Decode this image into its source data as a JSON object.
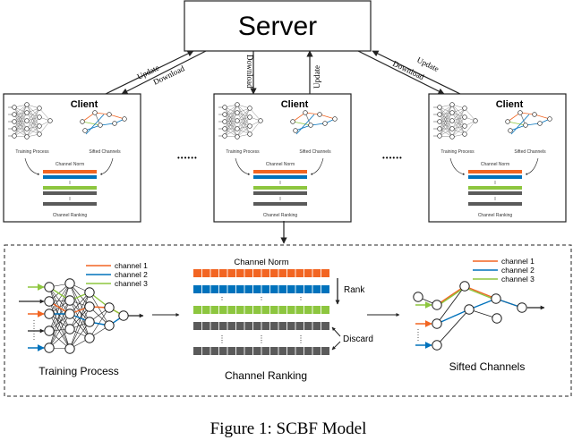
{
  "server": {
    "label": "Server"
  },
  "clients": [
    {
      "title": "Client",
      "left_caption": "Training Process",
      "right_caption": "Sifted Channels",
      "norm_label": "Channel Norm",
      "ranking_label": "Channel Ranking"
    },
    {
      "title": "Client",
      "left_caption": "Training Process",
      "right_caption": "Sifted Channels",
      "norm_label": "Channel Norm",
      "ranking_label": "Channel Ranking"
    },
    {
      "title": "Client",
      "left_caption": "Training Process",
      "right_caption": "Sifted Channels",
      "norm_label": "Channel Norm",
      "ranking_label": "Channel Ranking"
    }
  ],
  "links": {
    "left_update": "Update",
    "left_download": "Download",
    "mid_download": "Download",
    "mid_update": "Update",
    "right_download": "Download",
    "right_update": "Update"
  },
  "ellipsis": "••••••",
  "detail": {
    "legend_left": [
      "channel 1",
      "channel 2",
      "channel 3"
    ],
    "legend_right": [
      "channel 1",
      "channel 2",
      "channel 3"
    ],
    "training_label": "Training Process",
    "norm_label": "Channel Norm",
    "rank_label": "Rank",
    "discard_label": "Discard",
    "ranking_label": "Channel Ranking",
    "sifted_label": "Sifted Channels"
  },
  "caption": "Figure 1: SCBF Model",
  "colors": {
    "orange": "#f26522",
    "blue": "#0072bc",
    "green": "#8dc63f",
    "gray": "#5a5a5a",
    "dark": "#222222"
  }
}
